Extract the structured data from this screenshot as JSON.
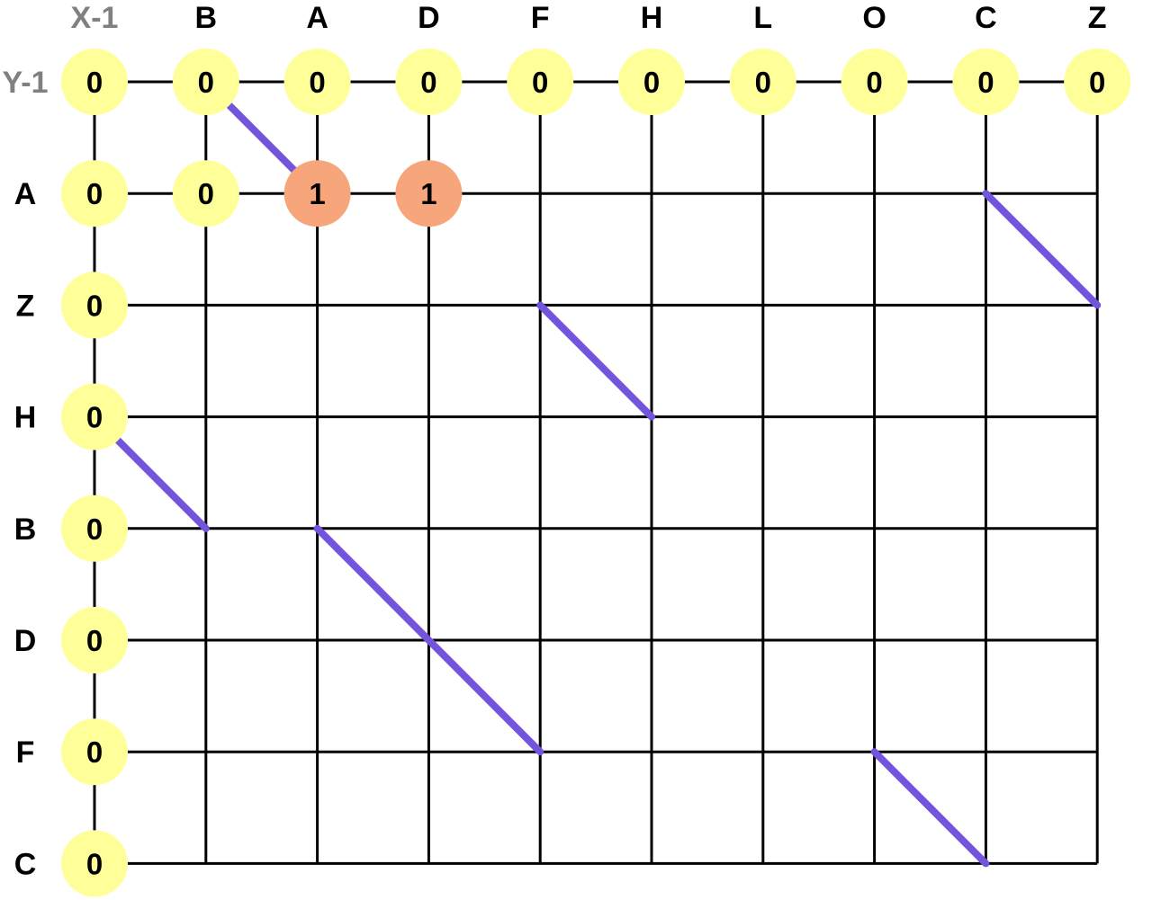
{
  "columns": [
    "X-1",
    "B",
    "A",
    "D",
    "F",
    "H",
    "L",
    "O",
    "C",
    "Z"
  ],
  "rows": [
    "Y-1",
    "A",
    "Z",
    "H",
    "B",
    "D",
    "F",
    "C"
  ],
  "cells": [
    [
      "0",
      "0",
      "0",
      "0",
      "0",
      "0",
      "0",
      "0",
      "0",
      "0"
    ],
    [
      "0",
      "0",
      "1",
      "1"
    ],
    [
      "0"
    ],
    [
      "0"
    ],
    [
      "0"
    ],
    [
      "0"
    ],
    [
      "0"
    ],
    [
      "0"
    ]
  ],
  "match_diagonals": [
    {
      "from": [
        "Y-1",
        "B"
      ],
      "to": [
        "A",
        "A"
      ]
    },
    {
      "from": [
        "A",
        "C"
      ],
      "to": [
        "Z",
        "Z"
      ]
    },
    {
      "from": [
        "Z",
        "F"
      ],
      "to": [
        "H",
        "H"
      ]
    },
    {
      "from": [
        "H",
        "X-1"
      ],
      "to": [
        "B",
        "B"
      ]
    },
    {
      "from": [
        "B",
        "A"
      ],
      "to": [
        "F",
        "F"
      ]
    },
    {
      "from": [
        "F",
        "O"
      ],
      "to": [
        "C",
        "C"
      ]
    }
  ],
  "colors": {
    "zero_cell": "#ffff99",
    "one_cell": "#f7a57a",
    "diagonal": "#7355dd",
    "grid_line": "#000000",
    "sentinel_label": "#808080",
    "label": "#000000"
  }
}
